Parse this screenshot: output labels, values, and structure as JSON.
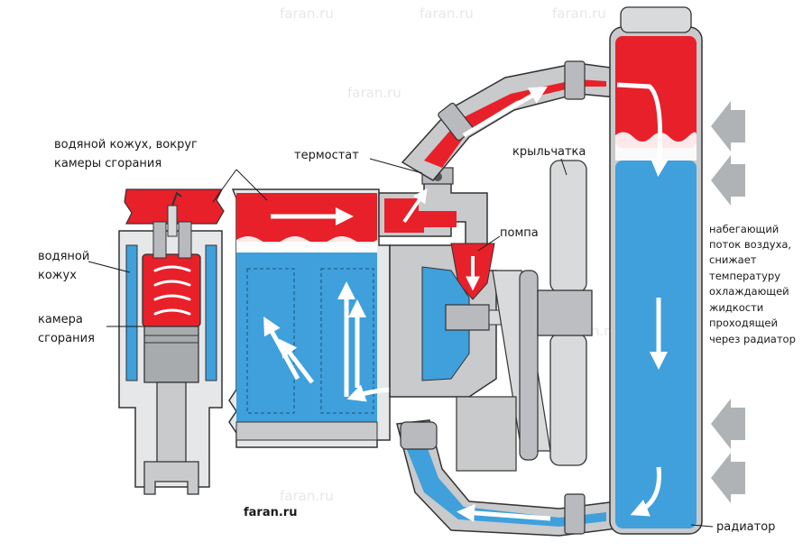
{
  "labels": {
    "jacket_around_chamber_line1": "водяной кожух, вокруг",
    "jacket_around_chamber_line2": "камеры сгорания",
    "thermostat": "термостат",
    "impeller": "крыльчатка",
    "pump": "помпа",
    "water_jacket_line1": "водяной",
    "water_jacket_line2": "кожух",
    "combustion_chamber_line1": "камера",
    "combustion_chamber_line2": "сгорания",
    "airflow_line1": "набегающий",
    "airflow_line2": "поток воздуха,",
    "airflow_line3": "снижает",
    "airflow_line4": "температуру",
    "airflow_line5": "охлаждающей",
    "airflow_line6": "жидкости",
    "airflow_line7": "проходящей",
    "airflow_line8": "через радиатор",
    "radiator": "радиатор",
    "brand": "faran.ru",
    "watermark": "faran.ru"
  },
  "colors": {
    "hot_coolant": "#e8202a",
    "cold_coolant": "#3fa0dc",
    "metal": "#c8cacc",
    "metal_dark": "#8e9194",
    "outline": "#333333",
    "arrow": "#ffffff",
    "air_arrow": "#b0b3b6"
  }
}
